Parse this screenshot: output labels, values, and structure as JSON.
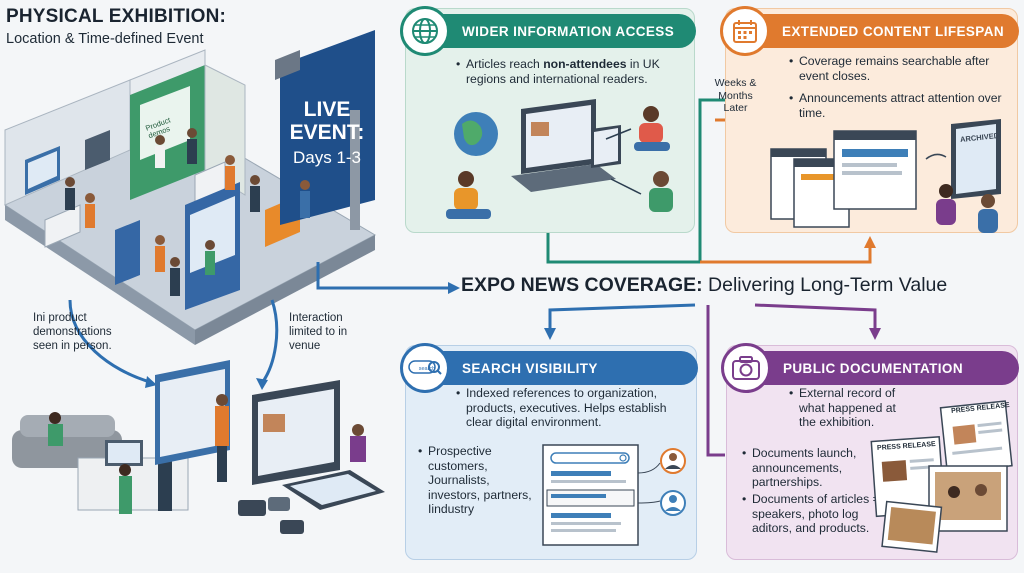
{
  "exhibition": {
    "title": "PHYSICAL EXHIBITION:",
    "subtitle": "Location & Time-defined Event",
    "live_line1": "LIVE",
    "live_line2": "EVENT:",
    "live_days": "Days 1-3",
    "booth_sign": "Product demos",
    "caption_demos": "Ini product demonstrations seen in person.",
    "caption_interaction": "Interaction limited to in venue"
  },
  "center": {
    "title_bold": "EXPO NEWS COVERAGE:",
    "title_rest": "Delivering Long-Term Value"
  },
  "wider_access": {
    "title": "WIDER INFORMATION ACCESS",
    "bullet_prefix": "Articles reach ",
    "bullet_bold": "non-attendees",
    "bullet_suffix": " in UK regions and international readers.",
    "icon": "globe-icon",
    "color": "#1f8a74"
  },
  "lifespan": {
    "title": "EXTENDED CONTENT LIFESPAN",
    "bullets": [
      "Coverage remains searchable after event closes.",
      "Announcements attract attention over time."
    ],
    "time_label": "Weeks & Months Later",
    "archived_label": "ARCHIVED",
    "icon": "calendar-icon",
    "color": "#e07a2e"
  },
  "search": {
    "title": "SEARCH VISIBILITY",
    "bullet_main": "Indexed references to organization, products, executives. Helps establish clear digital environment.",
    "bullet_audience": "Prospective customers, Journalists, investors, partners, Iindustry",
    "icon_label": "search",
    "icon": "search-icon",
    "color": "#2e6fb0"
  },
  "documentation": {
    "title": "PUBLIC DOCUMENTATION",
    "bullets": [
      "External record of what happened at the exhibition.",
      "Documents launch, announcements, partnerships.",
      "Documents of articles = speakers, photo log aditors, and products."
    ],
    "press_label": "PRESS RELEASE",
    "icon": "camera-icon",
    "color": "#7a3d8c"
  }
}
